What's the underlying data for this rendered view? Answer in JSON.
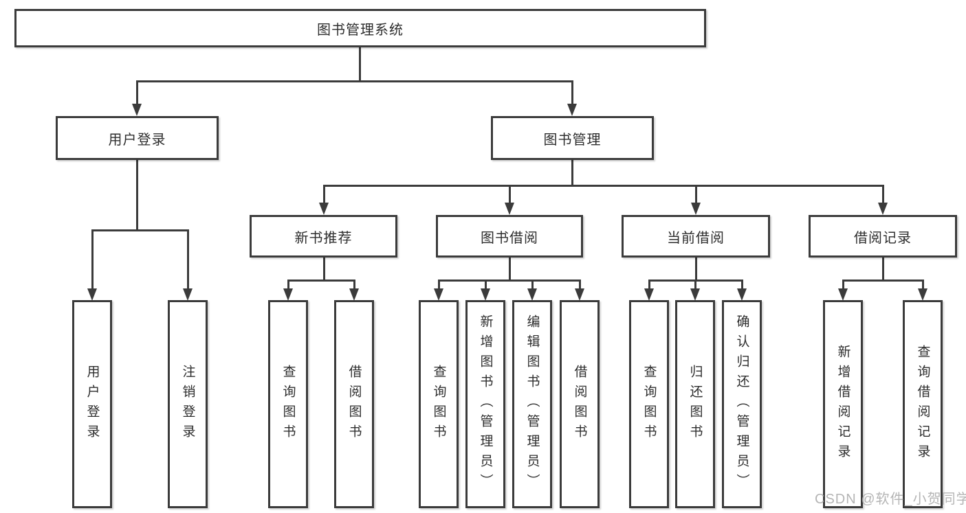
{
  "diagram": {
    "title": "图书管理系统",
    "root": {
      "label": "图书管理系统"
    },
    "level2": [
      {
        "label": "用户登录"
      },
      {
        "label": "图书管理"
      }
    ],
    "level3": [
      {
        "label": "新书推荐"
      },
      {
        "label": "图书借阅"
      },
      {
        "label": "当前借阅"
      },
      {
        "label": "借阅记录"
      }
    ],
    "leaves": {
      "user_login": [
        "用户登录",
        "注销登录"
      ],
      "new_book": [
        "查询图书",
        "借阅图书"
      ],
      "book_borrow": [
        "查询图书",
        "新增图书（管理员）",
        "编辑图书（管理员）",
        "借阅图书"
      ],
      "current_borrow": [
        "查询图书",
        "归还图书",
        "确认归还（管理员）"
      ],
      "borrow_record": [
        "新增借阅记录",
        "查询借阅记录"
      ]
    },
    "colors": {
      "line": "#3b3b3b",
      "text": "#2d2d2d",
      "background": "#ffffff",
      "watermark": "#a8a8a8"
    }
  },
  "watermark": {
    "text": "CSDN @软件_小贺同学"
  }
}
